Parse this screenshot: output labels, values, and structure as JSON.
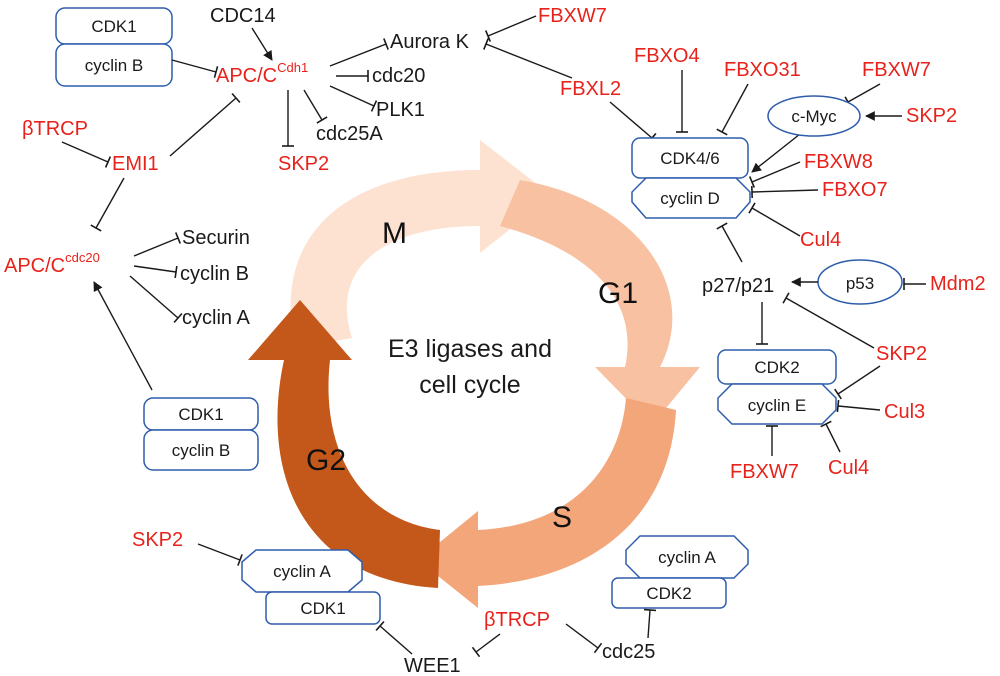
{
  "center": {
    "line1": "E3 ligases and",
    "line2": "cell cycle"
  },
  "phases": {
    "m": "M",
    "g1": "G1",
    "s": "S",
    "g2": "G2"
  },
  "colors": {
    "red_label": "#e8221b",
    "box_border": "#2e5dab",
    "arrow_m": "#fde2d2",
    "arrow_g1": "#f7c1a2",
    "arrow_s": "#f2a679",
    "arrow_g2": "#c4581a"
  },
  "boxes": {
    "cdk1_top": "CDK1",
    "cyclinb_top": "cyclin B",
    "cdk1_mid": "CDK1",
    "cyclinb_mid": "cyclin B",
    "cdk46": "CDK4/6",
    "cyclind": "cyclin D",
    "cmyc": "c-Myc",
    "p53": "p53",
    "cdk2_right": "CDK2",
    "cycline": "cyclin E",
    "cyclina_bottom_right": "cyclin A",
    "cdk2_bottom_right": "CDK2",
    "cyclina_bottom_left": "cyclin A",
    "cdk1_bottom_left": "CDK1"
  },
  "labels": {
    "cdc14": "CDC14",
    "apc_cdh1_main": "APC/C",
    "apc_cdh1_sup": "Cdh1",
    "aurora_k": "Aurora K",
    "fbxw7_top": "FBXW7",
    "cdc20": "cdc20",
    "plk1": "PLK1",
    "cdc25a": "cdc25A",
    "skp2_top": "SKP2",
    "btrcp_left": "βTRCP",
    "emi1": "EMI1",
    "apc_cdc20_main": "APC/C",
    "apc_cdc20_sup": "cdc20",
    "securin": "Securin",
    "cyclinb_sub": "cyclin B",
    "cyclina_sub": "cyclin A",
    "fbxl2": "FBXL2",
    "fbxo4": "FBXO4",
    "fbxo31": "FBXO31",
    "fbxw7_right": "FBXW7",
    "skp2_cmyc": "SKP2",
    "fbxw8": "FBXW8",
    "fbxo7": "FBXO7",
    "cul4_d": "Cul4",
    "p27p21": "p27/p21",
    "mdm2": "Mdm2",
    "skp2_e": "SKP2",
    "cul3": "Cul3",
    "fbxw7_e": "FBXW7",
    "cul4_e": "Cul4",
    "skp2_bottom": "SKP2",
    "btrcp_bottom": "βTRCP",
    "wee1": "WEE1",
    "cdc25": "cdc25"
  }
}
